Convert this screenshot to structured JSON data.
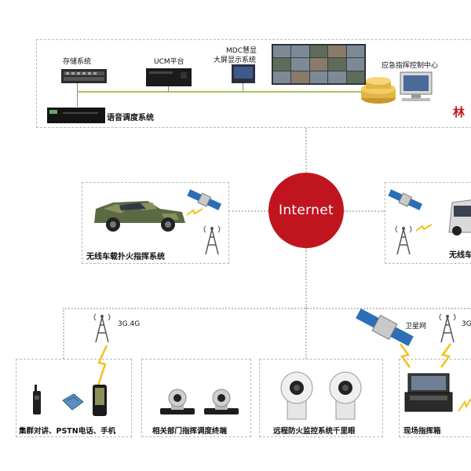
{
  "header": {
    "storage": "存储系统",
    "ucm": "UCM平台",
    "mdc_line1": "MDC慧显",
    "mdc_line2": "大屏显示系统",
    "command_center": "应急指挥控制中心",
    "voice": "语音调度系统",
    "cut_title": "林"
  },
  "center": {
    "internet": "Internet"
  },
  "middle": {
    "vehicle_left": "无线车载扑火指挥系统",
    "vehicle_right": "无线车"
  },
  "bottom": {
    "net_3g4g_left": "3G.4G",
    "satellite_net": "卫星网",
    "net_3g_right": "3G",
    "box1": "集群对讲、PSTN电话、手机",
    "box2": "相关部门指挥调度终端",
    "box3": "远程防火监控系统千里眼",
    "box4": "现场指挥箱"
  },
  "colors": {
    "internet_red": "#c0151f",
    "link_green": "#9bc24a",
    "lightning_yellow": "#f1c21b"
  },
  "icons": [
    "server-icon",
    "satellite-icon",
    "tower-icon",
    "truck-icon",
    "walkie-talkie-icon",
    "phone-icon",
    "mobile-icon",
    "ptz-camera-icon",
    "dome-camera-icon",
    "field-case-icon",
    "computer-icon",
    "storage-disk-icon"
  ]
}
